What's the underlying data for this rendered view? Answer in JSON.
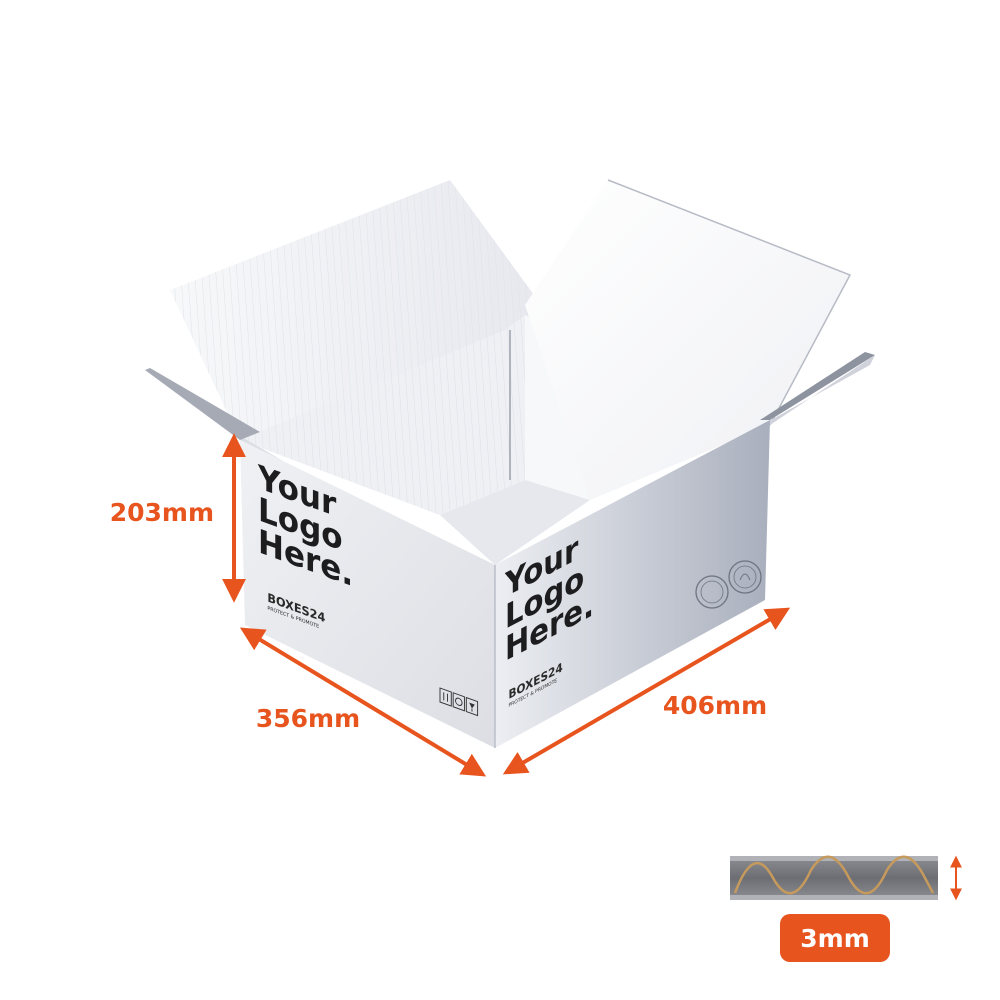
{
  "dimensions": {
    "height_label": "203mm",
    "depth_label": "356mm",
    "width_label": "406mm"
  },
  "box": {
    "logo_line1": "Your",
    "logo_line2": "Logo",
    "logo_line3": "Here.",
    "brand": "BOXES24",
    "tagline": "PROTECT & PROMOTE"
  },
  "flute": {
    "thickness_label": "3mm"
  },
  "colors": {
    "accent": "#e8541e",
    "box_face": "#c4c8d2",
    "interior": "#f4f5f8",
    "ink": "#1d1d1f"
  }
}
